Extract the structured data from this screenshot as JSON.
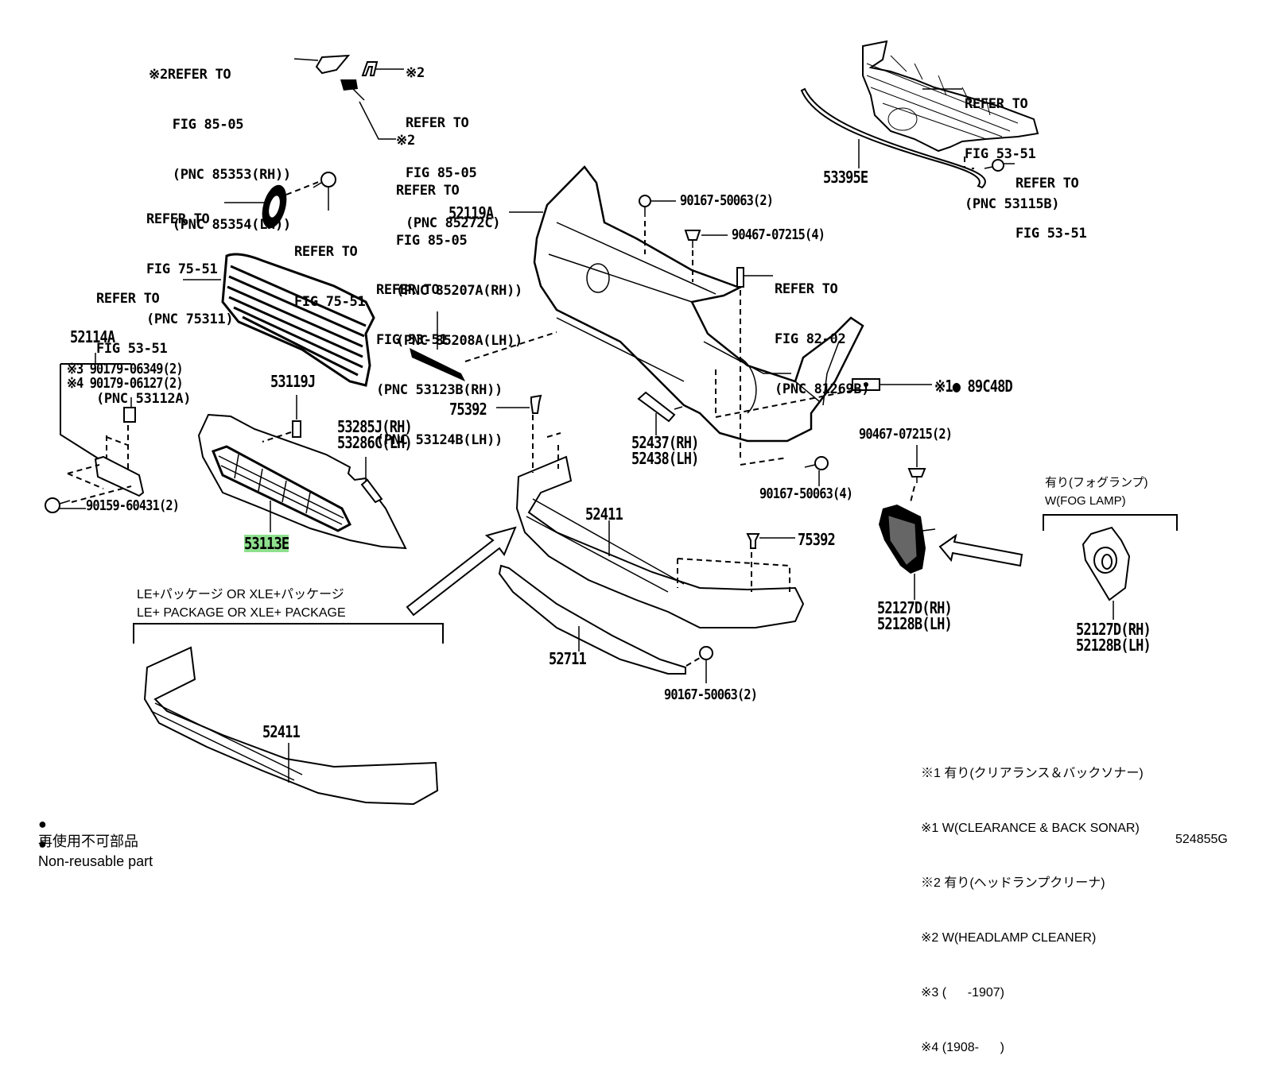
{
  "diagram": {
    "id_code": "524855G",
    "legend": {
      "non_reusable_jp": "再使用不可部品",
      "non_reusable_en": "Non-reusable part",
      "bullet": "●"
    },
    "notes": [
      "※1 有り(クリアランス＆バックソナー)",
      "※1 W(CLEARANCE & BACK SONAR)",
      "※2 有り(ヘッドランプクリーナ)",
      "※2 W(HEADLAMP CLEANER)",
      "※3 (      -1907)",
      "※4 (1908-      )"
    ],
    "package_label": {
      "jp": "LE+パッケージ OR XLE+パッケージ",
      "en": "LE+ PACKAGE OR XLE+ PACKAGE"
    },
    "fog_lamp_label": {
      "jp": "有り(フォグランプ)",
      "en": "W(FOG LAMP)"
    },
    "references": {
      "headlamp_cleaner_cover": [
        "※2REFER TO",
        "   FIG 85-05",
        "   (PNC 85353(RH))",
        "   (PNC 85354(LH))"
      ],
      "headlamp_cleaner_bracket": [
        "※2",
        "REFER TO",
        "FIG 85-05",
        "(PNC 85272C)"
      ],
      "headlamp_cleaner_nozzle": [
        "※2",
        "REFER TO",
        "FIG 85-05",
        "(PNC 85207A(RH))",
        "(PNC 85208A(LH))"
      ],
      "emblem": [
        "REFER TO",
        "FIG 75-51",
        "(PNC 75311)"
      ],
      "emblem_screw": [
        "REFER TO",
        "FIG 75-51"
      ],
      "radiator_grille": [
        "REFER TO",
        "FIG 53-51",
        "(PNC 53112A)"
      ],
      "grille_molding": [
        "REFER TO",
        "FIG 53-51",
        "(PNC 53123B(RH))",
        "(PNC 53124B(LH))"
      ],
      "bumper_reinforcement": [
        "REFER TO",
        "FIG 53-51",
        "(PNC 53115B)"
      ],
      "reinforcement_bolt": [
        "REFER TO",
        "FIG 53-51"
      ],
      "sensor": [
        "REFER TO",
        "FIG 82-02",
        "(PNC 81269B)"
      ]
    },
    "parts": {
      "p53395E": "53395E",
      "p52119A": "52119A",
      "p90167_2": "90167-50063(2)",
      "p90467_4": "90467-07215(4)",
      "p52114A": "52114A",
      "p90179_a": "※3 90179-06349(2)",
      "p90179_b": "※4 90179-06127(2)",
      "p90159": "90159-60431(2)",
      "p53119J": "53119J",
      "p53285J": "53285J(RH)",
      "p53286C": "53286C(LH)",
      "p53113E": "53113E",
      "p75392_a": "75392",
      "p52437": "52437(RH)",
      "p52438": "52438(LH)",
      "p89C48D": "※1● 89C48D",
      "p90467_2": "90467-07215(2)",
      "p90167_4": "90167-50063(4)",
      "p52411_a": "52411",
      "p75392_b": "75392",
      "p52711": "52711",
      "p90167_2b": "90167-50063(2)",
      "p52127D_a": "52127D(RH)",
      "p52128B_a": "52128B(LH)",
      "p52127D_b": "52127D(RH)",
      "p52128B_b": "52128B(LH)",
      "p52411_b": "52411"
    },
    "highlight_color": "#8fe08f",
    "highlighted_part": "53113E"
  }
}
